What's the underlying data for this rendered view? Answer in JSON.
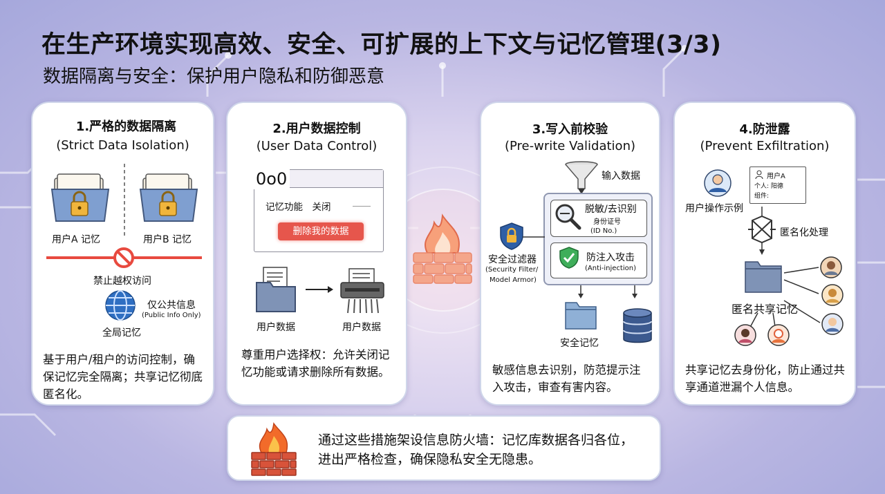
{
  "title": "在生产环境实现高效、安全、可扩展的上下文与记忆管理(3/3)",
  "subtitle": "数据隔离与安全：保护用户隐私和防御恶意",
  "cards": [
    {
      "heading": "1.严格的数据隔离",
      "heading_en": "(Strict Data Isolation)",
      "labels": {
        "user_a": "用户A 记忆",
        "user_b": "用户B 记忆",
        "block": "禁止越权访问",
        "public": "仅公共信息",
        "public_en": "(Public Info Only)",
        "global": "全局记忆"
      },
      "desc": "基于用户/租户的访问控制，确保记忆完全隔离；共享记忆彻底匿名化。"
    },
    {
      "heading": "2.用户数据控制",
      "heading_en": "(User Data Control)",
      "labels": {
        "window_text": "0o0",
        "toggle": "记忆功能　关闭",
        "delete_btn": "删除我的数据",
        "data1": "用户数据",
        "data2": "用户数据"
      },
      "desc": "尊重用户选择权：允许关闭记忆功能或请求删除所有数据。"
    },
    {
      "heading": "3.写入前校验",
      "heading_en": "(Pre-write Validation)",
      "labels": {
        "input": "输入数据",
        "filter": "安全过滤器",
        "filter_en1": "(Security Filter/",
        "filter_en2": "Model Armor)",
        "deid": "脱敏/去识别",
        "id_cn": "身份证号",
        "id_en": "(ID No.)",
        "anti": "防注入攻击",
        "anti_en": "(Anti-injection)",
        "safe_mem": "安全记忆"
      },
      "desc": "敏感信息去识别，防范提示注入攻击，审查有害内容。"
    },
    {
      "heading": "4.防泄露",
      "heading_en": "(Prevent Exfiltration)",
      "labels": {
        "user_example": "用户操作示例",
        "profile_name": "用户A",
        "profile_line1": "个人: 阳德",
        "profile_line2": "组件:",
        "anon": "匿名化处理",
        "shared": "匿名共享记忆"
      },
      "desc": "共享记忆去身份化，防止通过共享通道泄漏个人信息。"
    }
  ],
  "footer": {
    "text": "通过这些措施架设信息防火墙：记忆库数据各归各位，进出严格检查，确保隐私安全无隐患。"
  },
  "icons": [
    "folder-lock-icon",
    "no-entry-icon",
    "globe-icon",
    "document-icon",
    "shredder-icon",
    "funnel-icon",
    "shield-lock-icon",
    "magnifier-icon",
    "shield-check-icon",
    "folder-icon",
    "database-icon",
    "user-icon",
    "anonymizer-icon",
    "avatar-icon",
    "firewall-icon"
  ],
  "colors": {
    "accent_red": "#e84a3f",
    "folder_blue": "#7f9fd0",
    "lock_gold": "#f0b53c",
    "shield_green": "#3fae5a",
    "fire": "#f26b2a"
  }
}
